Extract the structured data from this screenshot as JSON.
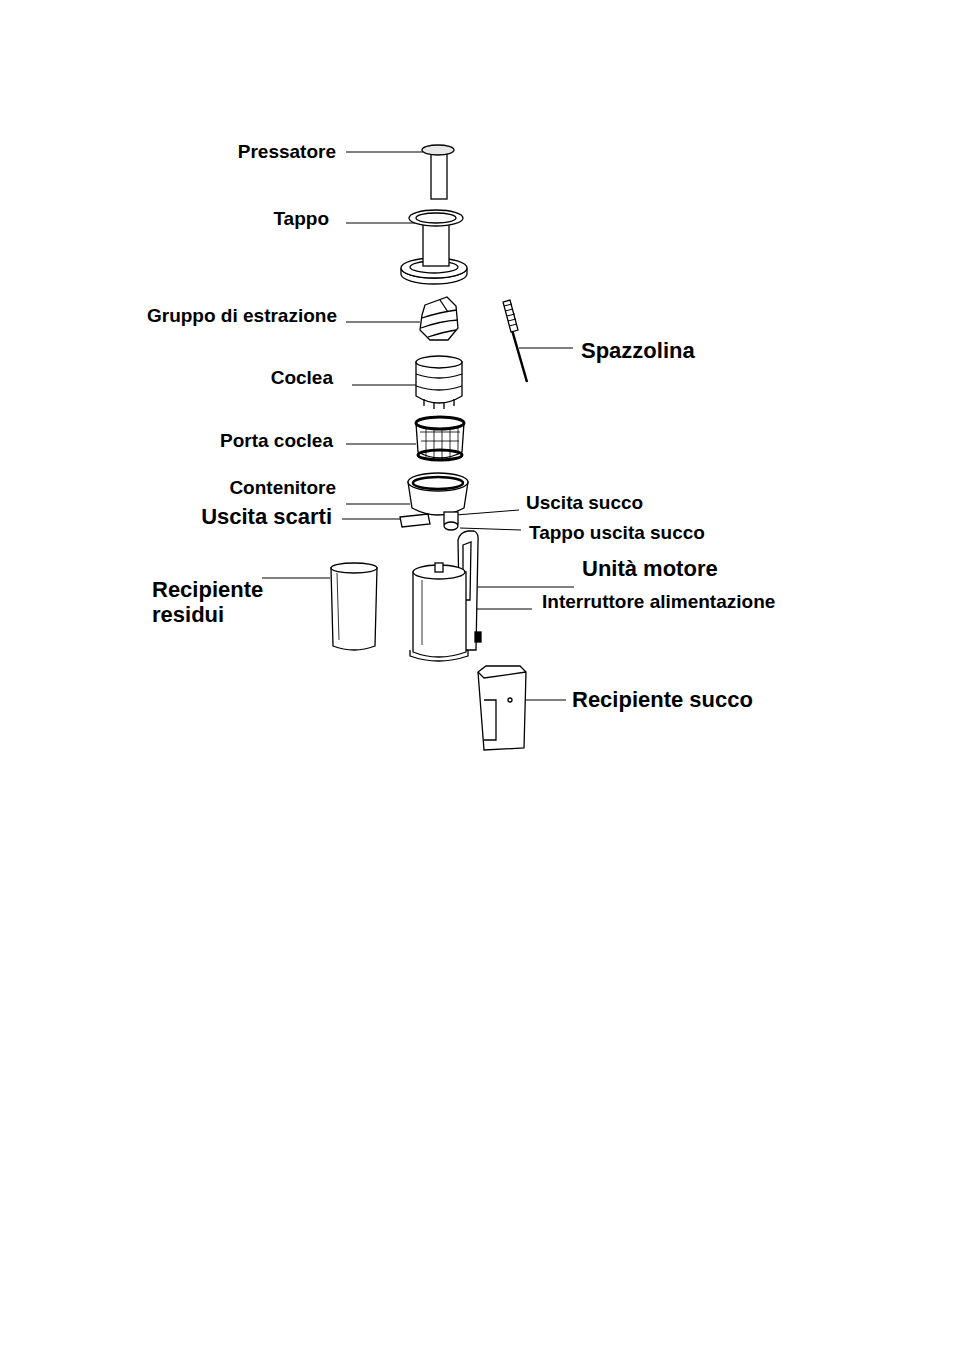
{
  "diagram": {
    "labels": [
      "Pressatore",
      "Tappo",
      "Gruppo di estrazione",
      "Spazzolina",
      "Coclea",
      "Porta coclea",
      "Contenitore",
      "Uscita succo",
      "Uscita scarti",
      "Tappo uscita succo",
      "Unità motore",
      "Recipiente residui",
      "Interruttore alimentazione",
      "Recipiente succo"
    ]
  }
}
